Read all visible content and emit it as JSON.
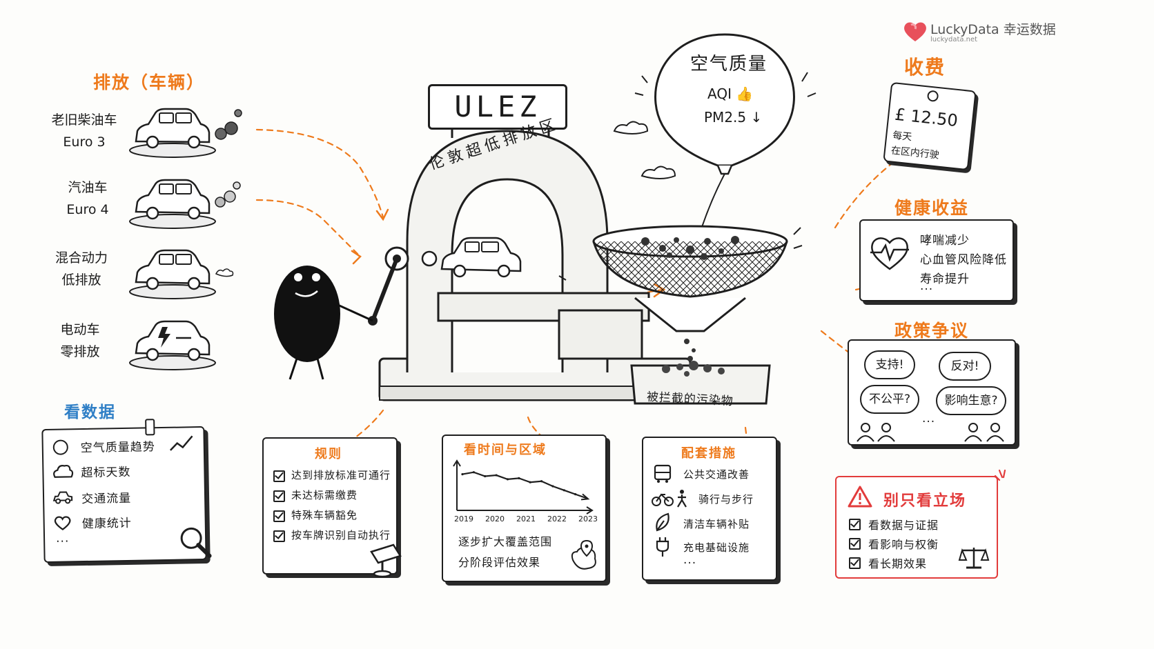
{
  "brand": {
    "name": "LuckyData 幸运数据",
    "url": "luckydata.net",
    "color": "#e8505b"
  },
  "colors": {
    "accent": "#ee7a1c",
    "data_blue": "#2f7fc6",
    "warning_red": "#e23b3b"
  },
  "emissions": {
    "title": "排放（车辆）",
    "vehicles": [
      {
        "line1": "老旧柴油车",
        "line2": "Euro 3",
        "icon": "old-diesel-car-icon"
      },
      {
        "line1": "汽油车",
        "line2": "Euro 4",
        "icon": "petrol-car-icon"
      },
      {
        "line1": "混合动力",
        "line2": "低排放",
        "icon": "hybrid-car-icon"
      },
      {
        "line1": "电动车",
        "line2": "零排放",
        "icon": "electric-car-icon"
      }
    ]
  },
  "gate": {
    "sign": "ULEZ",
    "arch_text": "伦敦超低排放区"
  },
  "air": {
    "title": "空气质量",
    "aqi": "AQI",
    "pm": "PM2.5"
  },
  "sieve": {
    "label": "被拦截的污染物"
  },
  "fee": {
    "title": "收费",
    "amount": "£ 12.50",
    "line1": "每天",
    "line2": "在区内行驶"
  },
  "health": {
    "title": "健康收益",
    "items": [
      "哮喘减少",
      "心血管风险降低",
      "寿命提升"
    ],
    "more": "···"
  },
  "policy": {
    "title": "政策争议",
    "bubbles": [
      "支持!",
      "反对!",
      "不公平?",
      "影响生意?"
    ],
    "more": "···"
  },
  "data_panel": {
    "title": "看数据",
    "items": [
      {
        "label": "空气质量趋势",
        "icon": "clock-icon"
      },
      {
        "label": "超标天数",
        "icon": "cloud-icon"
      },
      {
        "label": "交通流量",
        "icon": "car-icon"
      },
      {
        "label": "健康统计",
        "icon": "heart-icon"
      }
    ],
    "more": "···"
  },
  "rules": {
    "title": "规则",
    "items": [
      "达到排放标准可通行",
      "未达标需缴费",
      "特殊车辆豁免",
      "按车牌识别自动执行"
    ]
  },
  "time_region": {
    "title": "看时间与区域",
    "line1": "逐步扩大覆盖范围",
    "line2": "分阶段评估效果"
  },
  "chart_data": {
    "type": "line",
    "title": "",
    "x": [
      "2019",
      "2020",
      "2021",
      "2022",
      "2023"
    ],
    "series": [
      {
        "values": [
          62,
          64,
          60,
          61,
          57,
          58,
          54,
          55,
          50,
          46,
          42,
          38
        ]
      }
    ],
    "xlabel": "",
    "ylabel": "",
    "grid": false
  },
  "measures": {
    "title": "配套措施",
    "items": [
      {
        "label": "公共交通改善",
        "icon": "bus-icon"
      },
      {
        "label": "骑行与步行",
        "icon": "bike-walk-icon"
      },
      {
        "label": "清洁车辆补贴",
        "icon": "leaf-icon"
      },
      {
        "label": "充电基础设施",
        "icon": "plug-icon"
      }
    ],
    "more": "···"
  },
  "stance": {
    "title": "别只看立场",
    "items": [
      "看数据与证据",
      "看影响与权衡",
      "看长期效果"
    ]
  }
}
